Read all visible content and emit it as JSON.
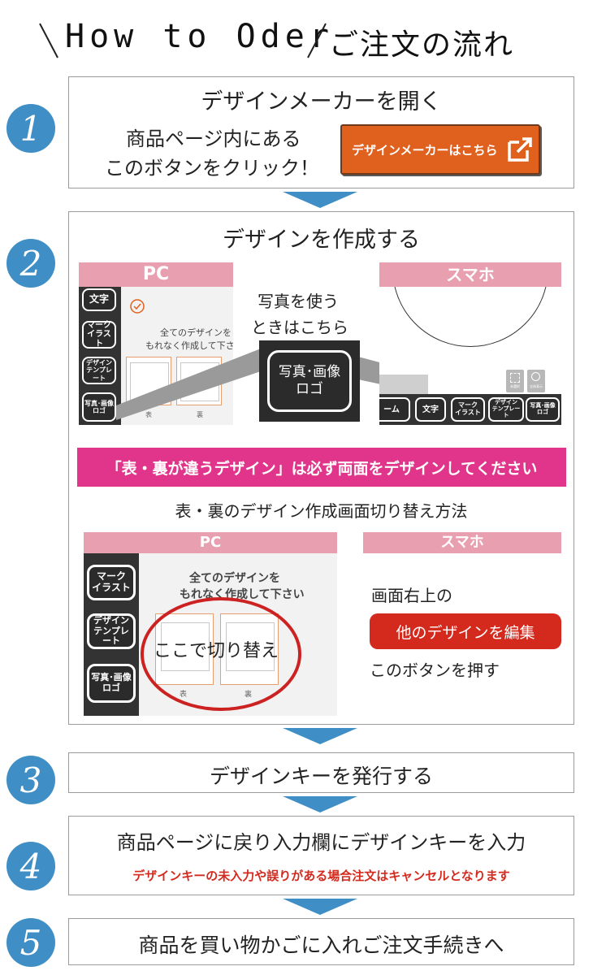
{
  "header": {
    "title_en": "How to Oder",
    "title_jp": "ご注文の流れ"
  },
  "steps": {
    "s1": {
      "num": "1",
      "title": "デザインメーカーを開く",
      "desc_line1": "商品ページ内にある",
      "desc_line2": "このボタンをクリック！",
      "button": "デザインメーカーはこちら"
    },
    "s2": {
      "num": "2",
      "title": "デザインを作成する",
      "pc_label": "PC",
      "sp_label": "スマホ",
      "photo_caption_l1": "写真を使う",
      "photo_caption_l2": "ときはこちら",
      "photo_btn_l1": "写真･画像",
      "photo_btn_l2": "ロゴ",
      "pc_menu": {
        "text": "文字",
        "mark_l1": "マーク",
        "mark_l2": "イラスト",
        "tpl_l1": "デザイン",
        "tpl_l2": "テンプレート",
        "photo_l1": "写真･画像",
        "photo_l2": "ロゴ"
      },
      "pc_canvas_l1": "全てのデザインを",
      "pc_canvas_l2": "もれなく作成して下さ",
      "pc_front": "表",
      "pc_back": "裏",
      "sp_bar": {
        "home": "ーム",
        "text": "文字",
        "mark_l1": "マーク",
        "mark_l2": "イラスト",
        "tpl_l1": "デザイン",
        "tpl_l2": "テンプレート",
        "photo_l1": "写真･画像",
        "photo_l2": "ロゴ"
      },
      "sp_icon1": "未選択",
      "sp_icon2": "全体表示",
      "warning": "「表・裏が違うデザイン」は必ず両面をデザインしてください",
      "switch_title": "表・裏のデザイン作成画面切り替え方法",
      "pc2_label": "PC",
      "sp2_label": "スマホ",
      "pc2_menu": {
        "mark_l1": "マーク",
        "mark_l2": "イラスト",
        "tpl_l1": "デザイン",
        "tpl_l2": "テンプレート",
        "photo_l1": "写真･画像",
        "photo_l2": "ロゴ"
      },
      "pc2_canvas_l1": "全てのデザインを",
      "pc2_canvas_l2": "もれなく作成して下さい",
      "pc2_switch": "ここで切り替え",
      "pc2_front": "表",
      "pc2_back": "裏",
      "sp2_line1": "画面右上の",
      "sp2_button": "他のデザインを編集",
      "sp2_line2": "このボタンを押す"
    },
    "s3": {
      "num": "3",
      "title": "デザインキーを発行する"
    },
    "s4": {
      "num": "4",
      "title": "商品ページに戻り入力欄にデザインキーを入力",
      "note": "デザインキーの未入力や誤りがある場合注文はキャンセルとなります"
    },
    "s5": {
      "num": "5",
      "title": "商品を買い物かごに入れご注文手続きへ"
    }
  },
  "colors": {
    "accent_blue": "#3f8ec5",
    "pink_label": "#e8a0b0",
    "magenta": "#e0358a",
    "orange_btn": "#e0601e",
    "red_btn": "#d42a1e",
    "red_circle": "#cc2222"
  }
}
